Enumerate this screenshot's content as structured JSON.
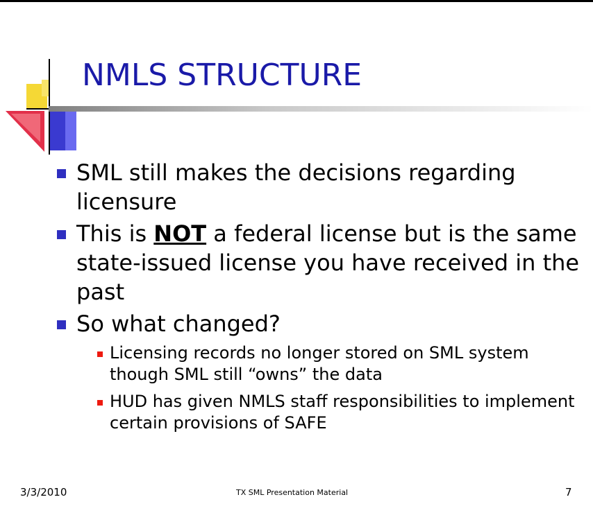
{
  "slide": {
    "title": "NMLS STRUCTURE",
    "bullets": [
      {
        "text": "SML still makes the decisions regarding licensure"
      },
      {
        "text_before": "This is ",
        "emphasis": "NOT",
        "text_after": " a federal license but is the same state-issued license you have received in the past"
      },
      {
        "text": "So what changed?",
        "sub_bullets": [
          "Licensing records no longer stored on SML system though SML still “owns” the data",
          "HUD has given NMLS staff responsibilities to implement certain provisions of SAFE"
        ]
      }
    ],
    "footer": {
      "date": "3/3/2010",
      "center": "TX SML Presentation Material",
      "page_number": "7"
    }
  },
  "colors": {
    "title": "#1a1aa8",
    "bullet_marker": "#2f2fc0",
    "sub_bullet_marker": "#ee1a10",
    "deco_yellow": "#f5d835",
    "deco_blue": "#3a3ad0",
    "deco_red": "#e2304a"
  },
  "icons": {
    "logo": "slide-decoration-graphic"
  }
}
